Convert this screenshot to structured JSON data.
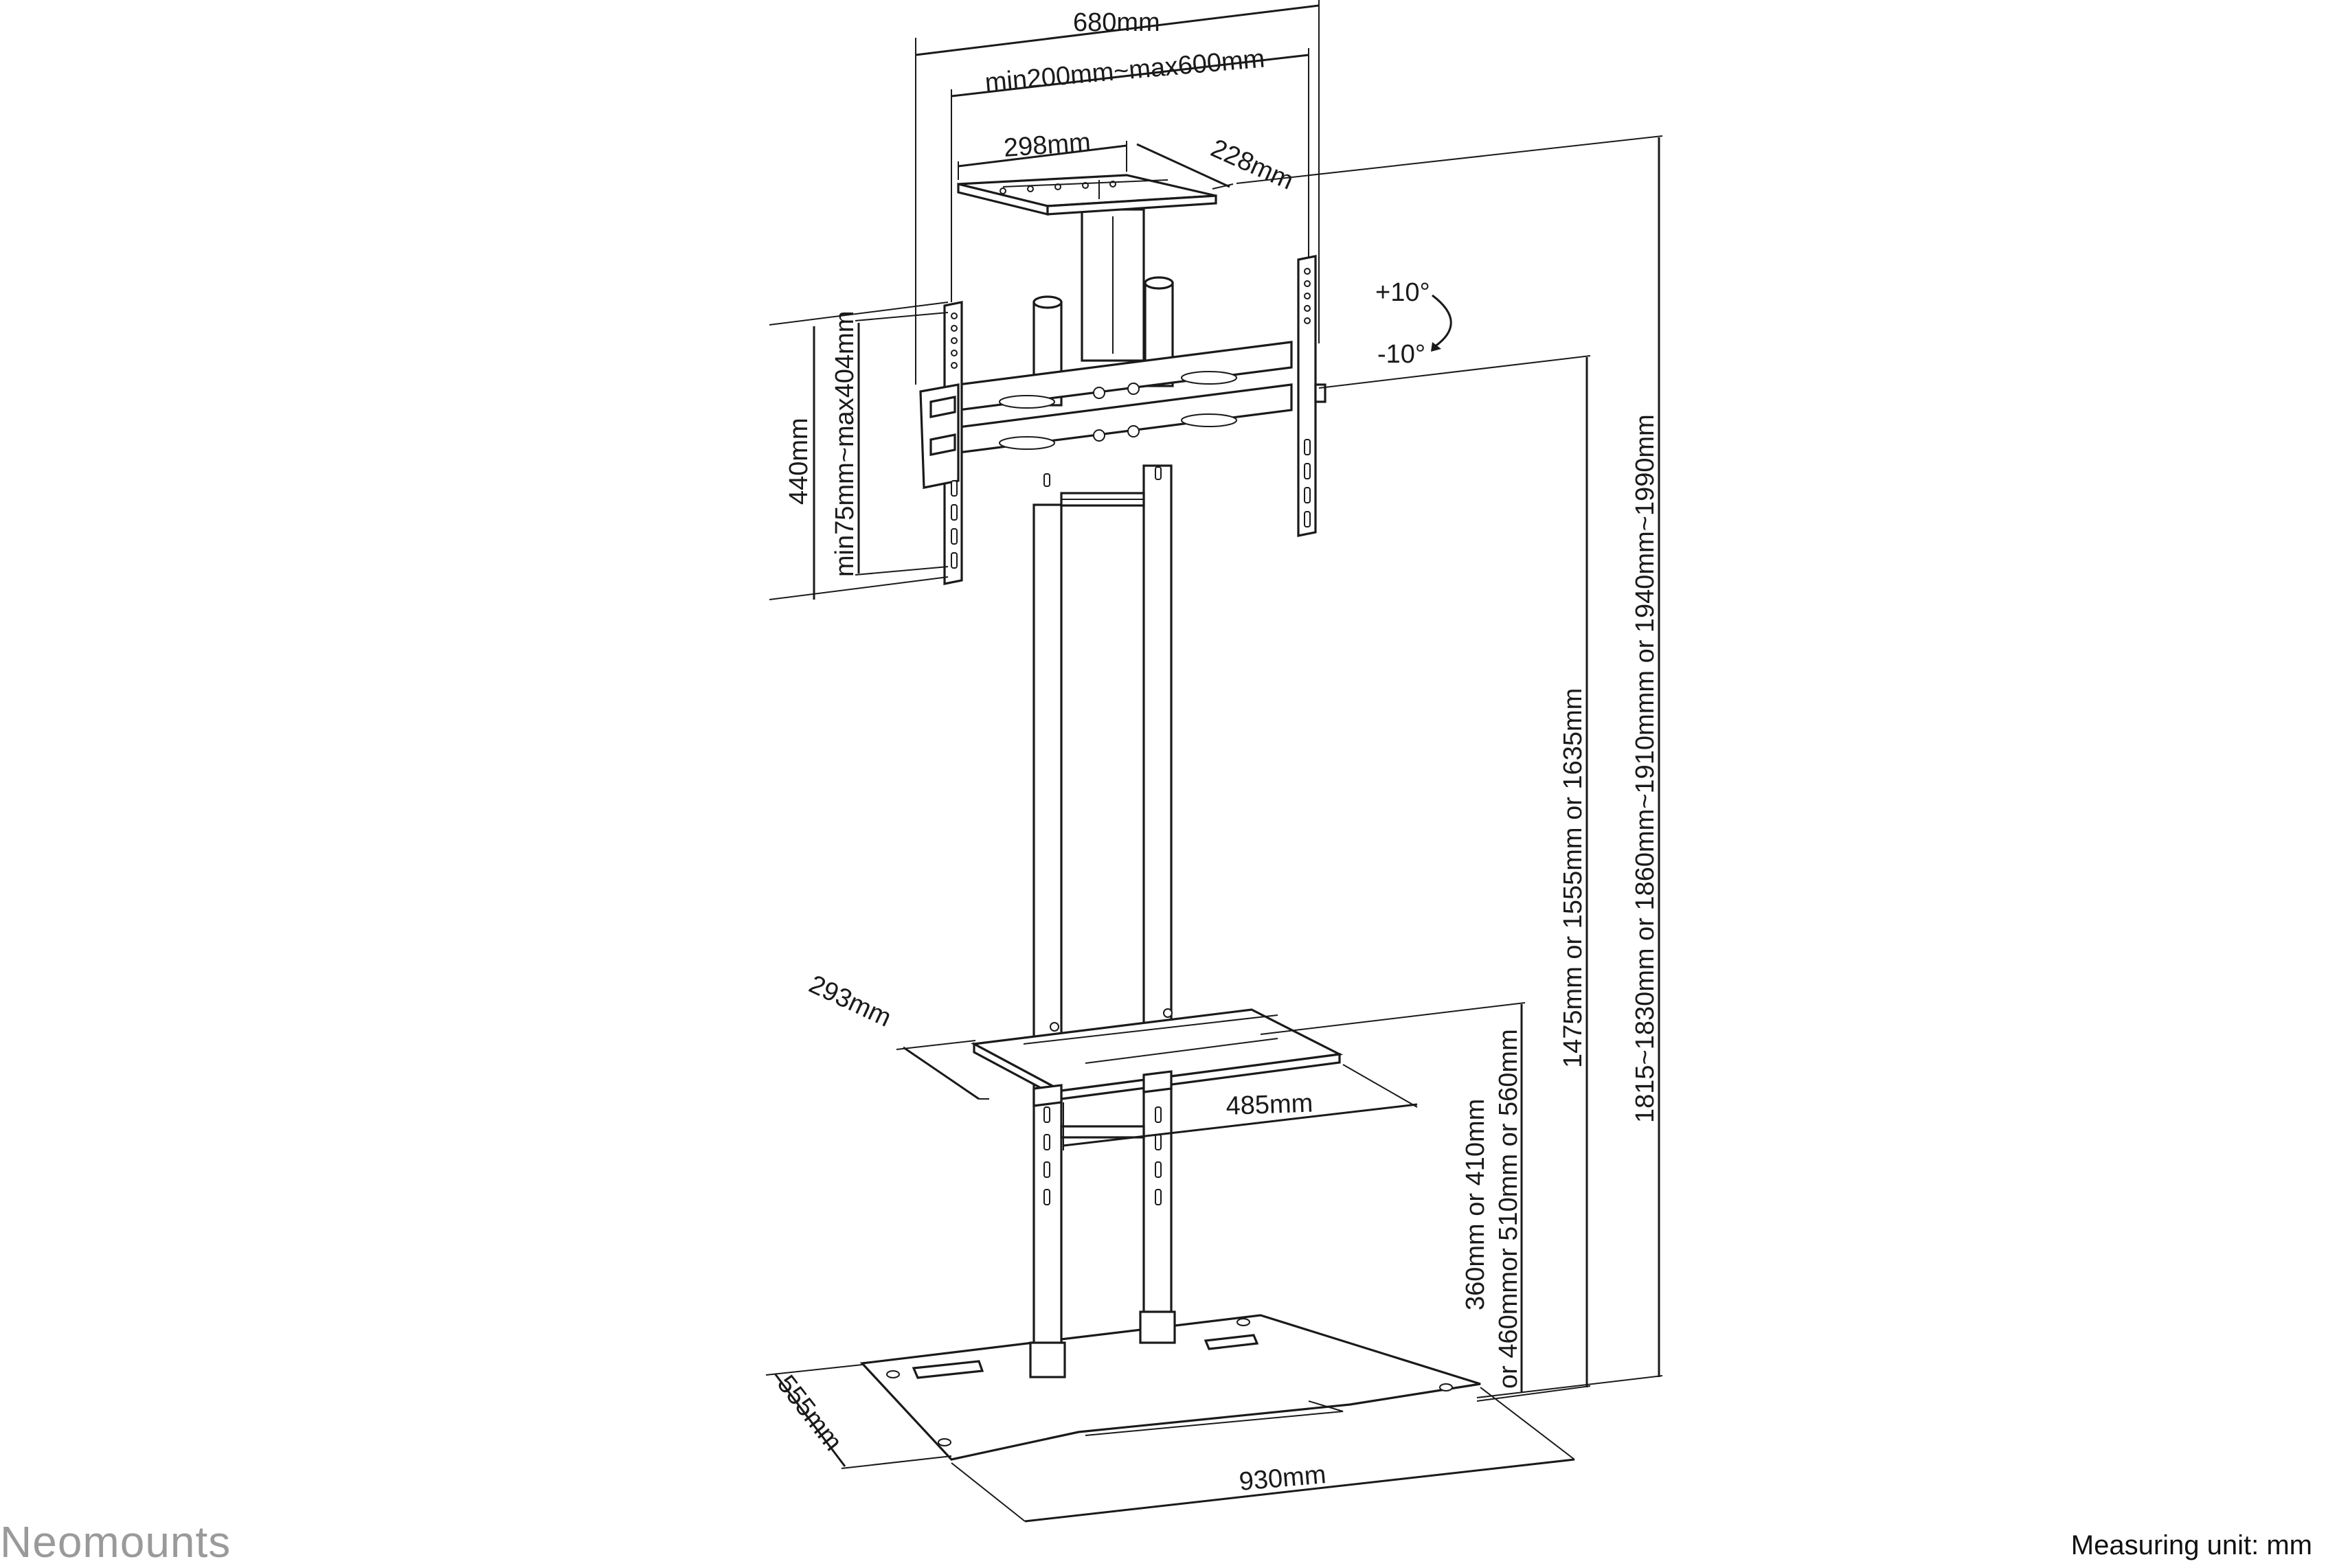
{
  "brand": {
    "name": "Neomounts"
  },
  "footer": {
    "measuring_unit": "Measuring unit: mm"
  },
  "dimensions": {
    "top_width": "680mm",
    "vesa_width": "min200mm~max600mm",
    "top_shelf_width": "298mm",
    "top_shelf_depth": "228mm",
    "bracket_height": "440mm",
    "vesa_height": "min75mm~max404mm",
    "mount_height": "1475mm or 1555mm or 1635mm",
    "total_height": "1815~1830mm or 1860mm~1910mmm or 1940mm~1990mm",
    "shelf_depth": "293mm",
    "shelf_width": "485mm",
    "shelf_height_line1": "360mm or 410mm",
    "shelf_height_line2": "or 460mmor 510mm or 560mm",
    "base_depth": "555mm",
    "base_width": "930mm"
  },
  "tilt": {
    "up": "+10°",
    "down": "-10°"
  },
  "colors": {
    "line": "#1a1a1a",
    "brand": "#9a9a9a",
    "background": "#ffffff"
  }
}
